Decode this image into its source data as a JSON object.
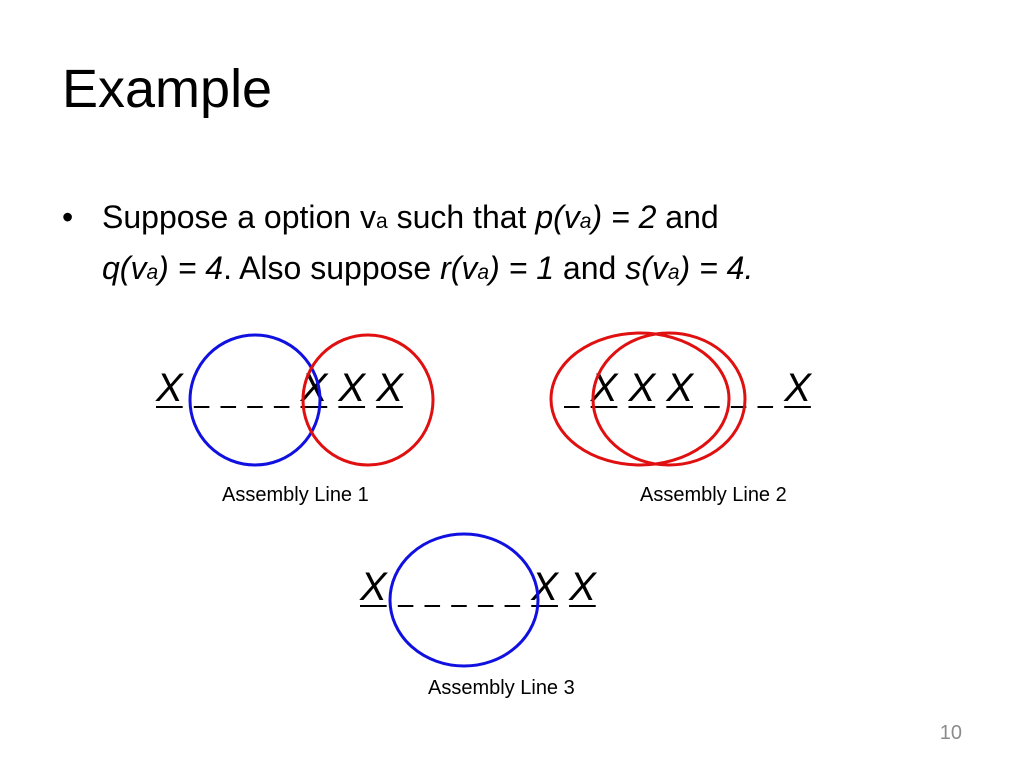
{
  "slide": {
    "title": "Example",
    "page_number": "10"
  },
  "bullet": {
    "marker": "•",
    "line1": {
      "t1": "Suppose a option v",
      "sub1": "a",
      "t2": " such that ",
      "f1a": "p(v",
      "f1sub": "a",
      "f1b": ") = 2",
      "t3": " and"
    },
    "line2": {
      "f2a": "q(v",
      "f2sub": "a",
      "f2b": ") = 4",
      "t4": ". Also suppose ",
      "f3a": "r(v",
      "f3sub": "a",
      "f3b": ") = 1",
      "t5": " and ",
      "f4a": "s(v",
      "f4sub": "a",
      "f4b": ") = 4."
    }
  },
  "assembly_lines": [
    {
      "caption": "Assembly Line 1",
      "tokens": [
        "X",
        "_",
        "_",
        "_",
        "_",
        "X",
        "X",
        "X"
      ],
      "circle_colors": [
        "#1010e0",
        "#e01010"
      ]
    },
    {
      "caption": "Assembly Line 2",
      "tokens": [
        "_",
        "X",
        "X",
        "X",
        "_",
        "_",
        "_",
        "X"
      ],
      "circle_colors": [
        "#e01010",
        "#e01010"
      ]
    },
    {
      "caption": "Assembly Line 3",
      "tokens": [
        "X",
        "_",
        "_",
        "_",
        "_",
        "_",
        "X",
        "X"
      ],
      "circle_colors": [
        "#1010e0"
      ]
    }
  ]
}
